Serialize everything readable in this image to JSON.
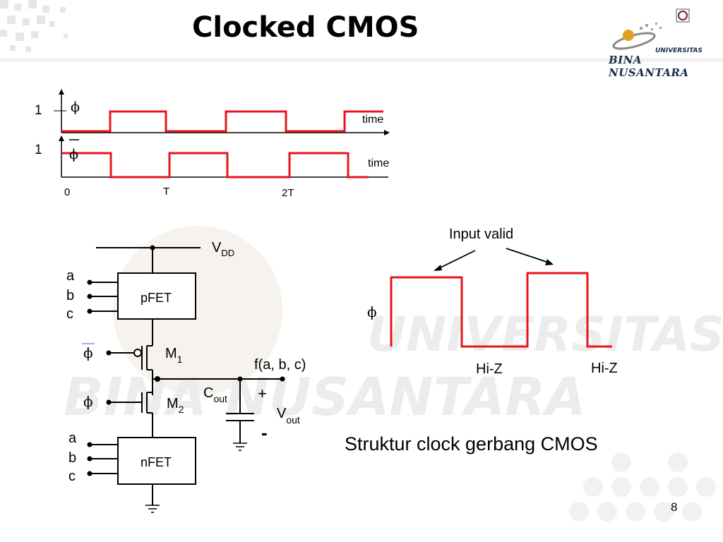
{
  "slide": {
    "title": "Clocked CMOS",
    "number": "8",
    "logo": {
      "line1": "UNIVERSITAS",
      "line2": "BINA NUSANTARA"
    },
    "watermark": {
      "line1": "UNIVERSITAS",
      "line2": "BINA NUSANTARA"
    }
  },
  "timing_diagram": {
    "phi": {
      "label": "ϕ",
      "bar_label": "ϕ",
      "level": "1",
      "axis_label": "time"
    },
    "phi_bar": {
      "label": "ϕ",
      "level": "1",
      "axis_label": "time"
    },
    "x_ticks": [
      "0",
      "T",
      "2T"
    ]
  },
  "circuit": {
    "vdd": {
      "main": "V",
      "sub": "DD"
    },
    "pfet_label": "pFET",
    "nfet_label": "nFET",
    "pfet_inputs": [
      "a",
      "b",
      "c"
    ],
    "nfet_inputs": [
      "a",
      "b",
      "c"
    ],
    "m1": {
      "main": "M",
      "sub": "1",
      "gate": "ϕ"
    },
    "m2": {
      "main": "M",
      "sub": "2",
      "gate": "ϕ"
    },
    "output_label": "f(a, b, c)",
    "cout": {
      "main": "C",
      "sub": "out"
    },
    "vout": {
      "main": "V",
      "sub": "out",
      "plus": "+",
      "minus": "-"
    }
  },
  "waveform": {
    "phi_label": "ϕ",
    "input_valid": "Input valid",
    "hiz_labels": [
      "Hi-Z",
      "Hi-Z"
    ]
  },
  "caption": "Struktur clock gerbang CMOS",
  "colors": {
    "signal": "#e8141c",
    "wire": "#000000",
    "watermark": "#e9e9e9",
    "overbar": "#9ab4dc"
  }
}
